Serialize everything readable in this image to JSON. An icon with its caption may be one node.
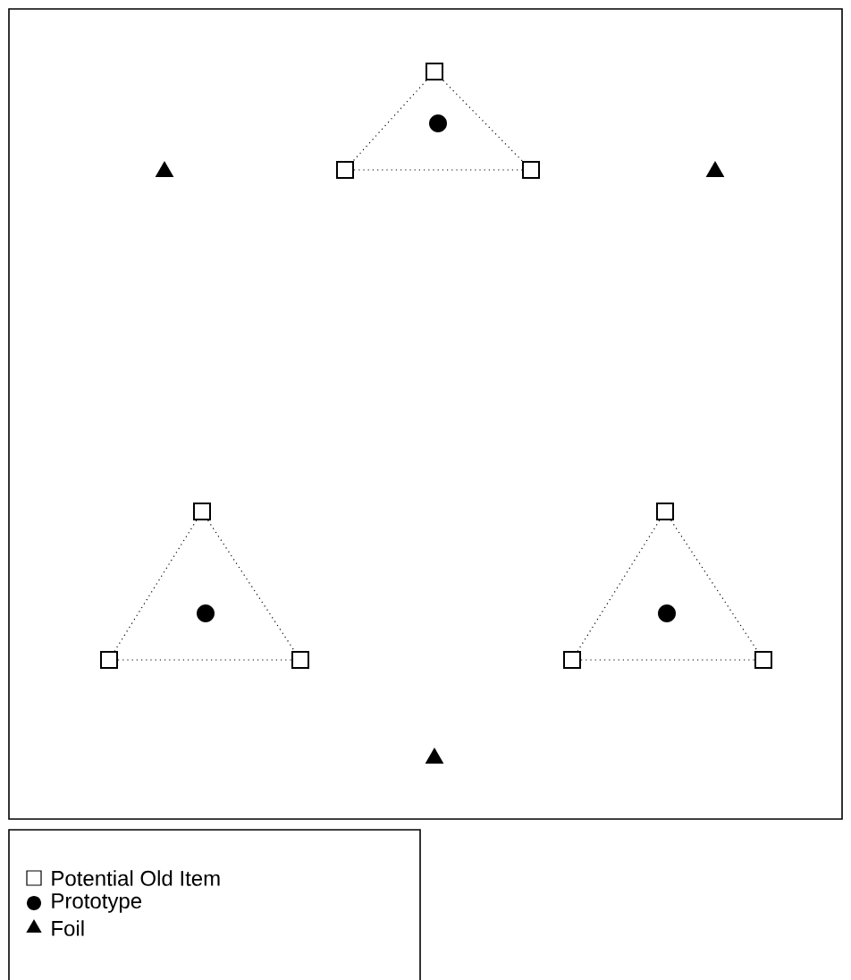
{
  "diagram": {
    "nodes": [
      {
        "text": [],
        "shape": "box"
      },
      {
        "text": [],
        "shape": "circle"
      },
      {
        "text": [],
        "shape": "triangle"
      },
      {
        "text": [],
        "shape": "box"
      },
      {
        "text": [],
        "shape": "box"
      },
      {
        "text": [],
        "shape": "triangle"
      },
      {
        "text": [],
        "shape": "box"
      },
      {
        "text": [],
        "shape": "box"
      },
      {
        "text": [],
        "shape": "circle"
      },
      {
        "text": [],
        "shape": "circle"
      },
      {
        "text": [],
        "shape": "box"
      },
      {
        "text": [],
        "shape": "box"
      },
      {
        "text": [],
        "shape": "box"
      },
      {
        "text": [],
        "shape": "box"
      },
      {
        "text": [],
        "shape": "triangle"
      }
    ],
    "edges": [
      {
        "from": 0,
        "to": 3,
        "arrow": "none",
        "style": "dashed"
      },
      {
        "from": 0,
        "to": 4,
        "arrow": "none",
        "style": "dashed"
      },
      {
        "from": 3,
        "to": 4,
        "arrow": "none",
        "style": "dashed"
      },
      {
        "from": 6,
        "to": 10,
        "arrow": "none",
        "style": "dashed"
      },
      {
        "from": 6,
        "to": 11,
        "arrow": "none",
        "style": "dashed"
      },
      {
        "from": 10,
        "to": 11,
        "arrow": "none",
        "style": "dashed"
      },
      {
        "from": 7,
        "to": 12,
        "arrow": "none",
        "style": "dashed"
      },
      {
        "from": 7,
        "to": 13,
        "arrow": "none",
        "style": "dashed"
      },
      {
        "from": 12,
        "to": 13,
        "arrow": "none",
        "style": "dashed"
      }
    ],
    "legend": [
      {
        "text": "Potential Old Item"
      },
      {
        "text": "Prototype"
      },
      {
        "text": "Foil"
      }
    ]
  }
}
